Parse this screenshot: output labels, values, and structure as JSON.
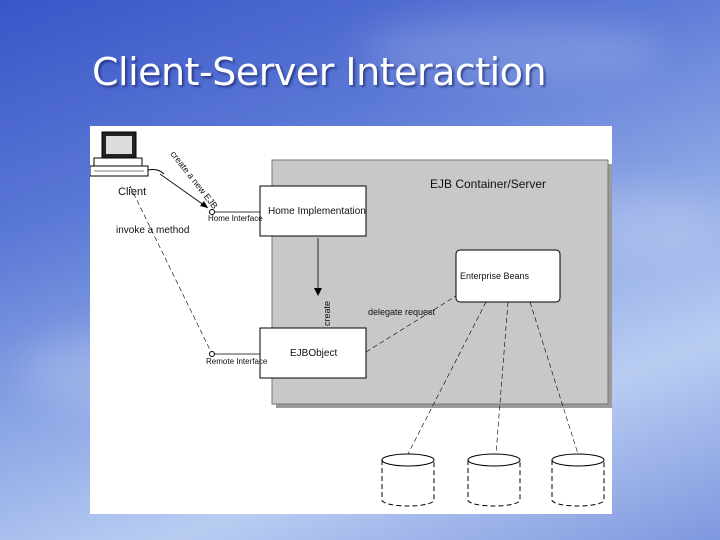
{
  "slide": {
    "title": "Client-Server Interaction"
  },
  "diagram": {
    "container_label": "EJB Container/Server",
    "client_label": "Client",
    "home_impl_label": "Home Implementation",
    "home_interface_label": "Home Interface",
    "ejb_object_label": "EJBObject",
    "remote_interface_label": "Remote Interface",
    "beans_label": "Enterprise Beans",
    "create_call_label": "create a new EJB",
    "invoke_label": "invoke a method",
    "create_vertical_label": "create",
    "delegate_label": "delegate request",
    "databases": [
      "",
      "",
      ""
    ]
  },
  "colors": {
    "container_fill": "#c8c8c8",
    "figure_bg": "#ffffff",
    "title": "#ffffff"
  }
}
